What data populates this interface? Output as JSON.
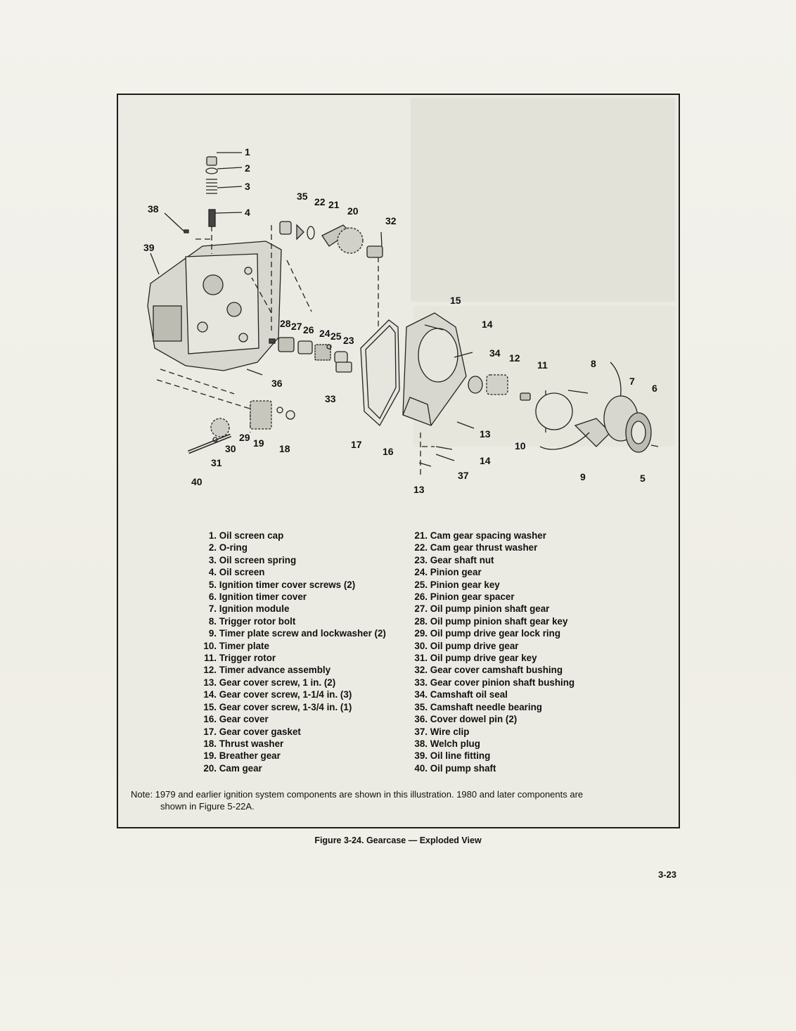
{
  "callouts": {
    "c1": "1",
    "c2": "2",
    "c3": "3",
    "c4": "4",
    "c5": "5",
    "c6": "6",
    "c7": "7",
    "c8": "8",
    "c9": "9",
    "c10": "10",
    "c11": "11",
    "c12": "12",
    "c13a": "13",
    "c13b": "13",
    "c14a": "14",
    "c14b": "14",
    "c15": "15",
    "c16": "16",
    "c17": "17",
    "c18": "18",
    "c19": "19",
    "c20": "20",
    "c21": "21",
    "c22": "22",
    "c23": "23",
    "c24": "24",
    "c25": "25",
    "c26": "26",
    "c27": "27",
    "c28": "28",
    "c29": "29",
    "c30": "30",
    "c31": "31",
    "c32": "32",
    "c33": "33",
    "c34": "34",
    "c35": "35",
    "c36": "36",
    "c37": "37",
    "c38": "38",
    "c39": "39",
    "c40": "40"
  },
  "legend_left": [
    {
      "num": "1.",
      "text": "Oil screen cap"
    },
    {
      "num": "2.",
      "text": "O-ring"
    },
    {
      "num": "3.",
      "text": "Oil screen spring"
    },
    {
      "num": "4.",
      "text": "Oil screen"
    },
    {
      "num": "5.",
      "text": "Ignition timer cover screws (2)"
    },
    {
      "num": "6.",
      "text": "Ignition timer cover"
    },
    {
      "num": "7.",
      "text": "Ignition module"
    },
    {
      "num": "8.",
      "text": "Trigger rotor bolt"
    },
    {
      "num": "9.",
      "text": "Timer plate screw and lockwasher (2)"
    },
    {
      "num": "10.",
      "text": "Timer plate"
    },
    {
      "num": "11.",
      "text": "Trigger rotor"
    },
    {
      "num": "12.",
      "text": "Timer advance assembly"
    },
    {
      "num": "13.",
      "text": "Gear cover screw, 1 in. (2)"
    },
    {
      "num": "14.",
      "text": "Gear cover screw, 1-1/4 in. (3)"
    },
    {
      "num": "15.",
      "text": "Gear cover screw, 1-3/4 in. (1)"
    },
    {
      "num": "16.",
      "text": "Gear cover"
    },
    {
      "num": "17.",
      "text": "Gear cover gasket"
    },
    {
      "num": "18.",
      "text": "Thrust washer"
    },
    {
      "num": "19.",
      "text": "Breather gear"
    },
    {
      "num": "20.",
      "text": "Cam gear"
    }
  ],
  "legend_right": [
    {
      "num": "21.",
      "text": "Cam gear spacing washer"
    },
    {
      "num": "22.",
      "text": "Cam gear thrust washer"
    },
    {
      "num": "23.",
      "text": "Gear shaft nut"
    },
    {
      "num": "24.",
      "text": "Pinion gear"
    },
    {
      "num": "25.",
      "text": "Pinion gear key"
    },
    {
      "num": "26.",
      "text": "Pinion gear spacer"
    },
    {
      "num": "27.",
      "text": "Oil pump pinion shaft gear"
    },
    {
      "num": "28.",
      "text": "Oil pump pinion shaft gear key"
    },
    {
      "num": "29.",
      "text": "Oil pump drive gear lock ring"
    },
    {
      "num": "30.",
      "text": "Oil pump drive gear"
    },
    {
      "num": "31.",
      "text": "Oil pump drive gear key"
    },
    {
      "num": "32.",
      "text": "Gear cover camshaft bushing"
    },
    {
      "num": "33.",
      "text": "Gear cover pinion shaft bushing"
    },
    {
      "num": "34.",
      "text": "Camshaft oil seal"
    },
    {
      "num": "35.",
      "text": "Camshaft needle bearing"
    },
    {
      "num": "36.",
      "text": "Cover dowel pin (2)"
    },
    {
      "num": "37.",
      "text": "Wire clip"
    },
    {
      "num": "38.",
      "text": "Welch plug"
    },
    {
      "num": "39.",
      "text": "Oil line fitting"
    },
    {
      "num": "40.",
      "text": "Oil pump shaft"
    }
  ],
  "note": {
    "line1": "Note: 1979 and earlier ignition system components are shown in this illustration. 1980 and later components are",
    "line2": "shown in Figure 5-22A."
  },
  "caption": "Figure 3-24. Gearcase — Exploded View",
  "page_number": "3-23"
}
